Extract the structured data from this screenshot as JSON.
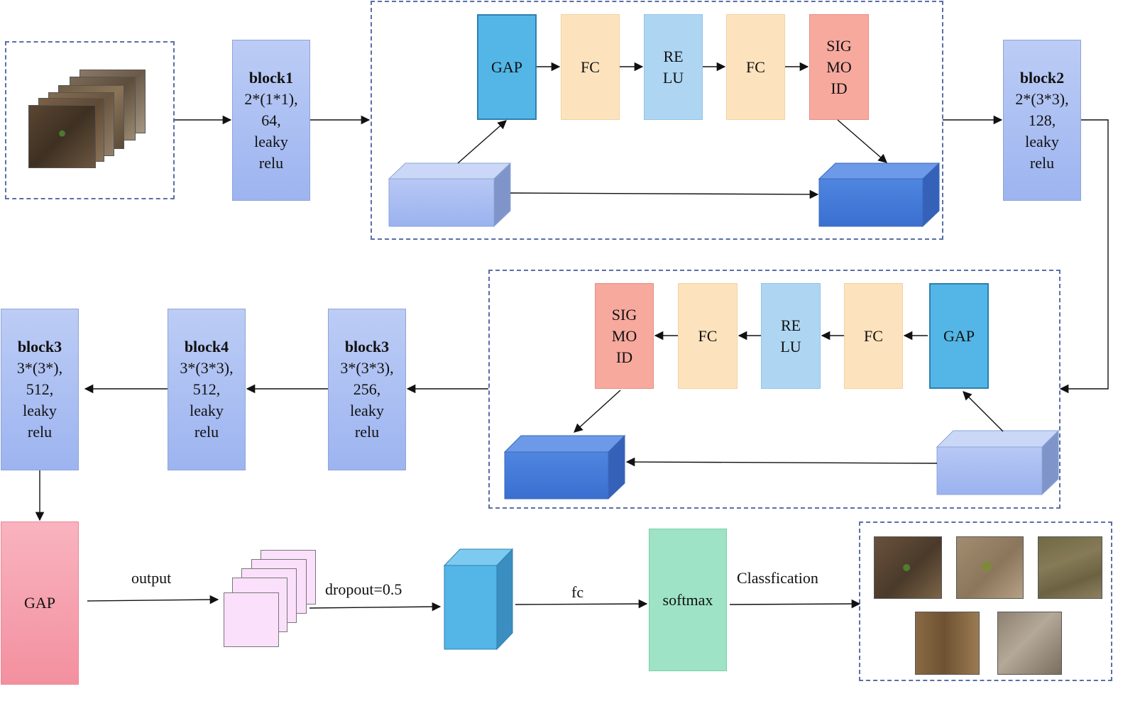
{
  "block1": {
    "title": "block1",
    "line1": "2*(1*1),",
    "line2": "64,",
    "line3": "leaky",
    "line4": "relu"
  },
  "block2": {
    "title": "block2",
    "line1": "2*(3*3),",
    "line2": "128,",
    "line3": "leaky",
    "line4": "relu"
  },
  "block3_mid": {
    "title": "block3",
    "line1": "3*(3*3),",
    "line2": "256,",
    "line3": "leaky",
    "line4": "relu"
  },
  "block4": {
    "title": "block4",
    "line1": "3*(3*3),",
    "line2": "512,",
    "line3": "leaky",
    "line4": "relu"
  },
  "block3_left": {
    "title": "block3",
    "line1": "3*(3*),",
    "line2": "512,",
    "line3": "leaky",
    "line4": "relu"
  },
  "se_top": {
    "gap": "GAP",
    "fc1": "FC",
    "relu": "RE LU",
    "fc2": "FC",
    "sigmoid": "SIG MO ID"
  },
  "se_bottom": {
    "gap": "GAP",
    "fc1": "FC",
    "relu": "RE LU",
    "fc2": "FC",
    "sigmoid": "SIG MO ID"
  },
  "head": {
    "gap": "GAP",
    "output_label": "output",
    "dropout_label": "dropout=0.5",
    "fc_label": "fc",
    "softmax": "softmax",
    "classification_label": "Classfication"
  },
  "colors": {
    "block": "#9db4f0",
    "gap": "#53b6e6",
    "fc": "#fde3bd",
    "relu": "#aed6f3",
    "sigmoid": "#f7a99e",
    "softmax": "#9ee3c6",
    "final_gap": "#f7a3b0",
    "dropout_squares": "#fbdcfb",
    "dashed_border": "#5a6fa8"
  },
  "icons": [
    "input-images-stack",
    "cuboid-input",
    "cuboid-output",
    "feature-maps-stack",
    "fc-cube",
    "class-result-images"
  ]
}
